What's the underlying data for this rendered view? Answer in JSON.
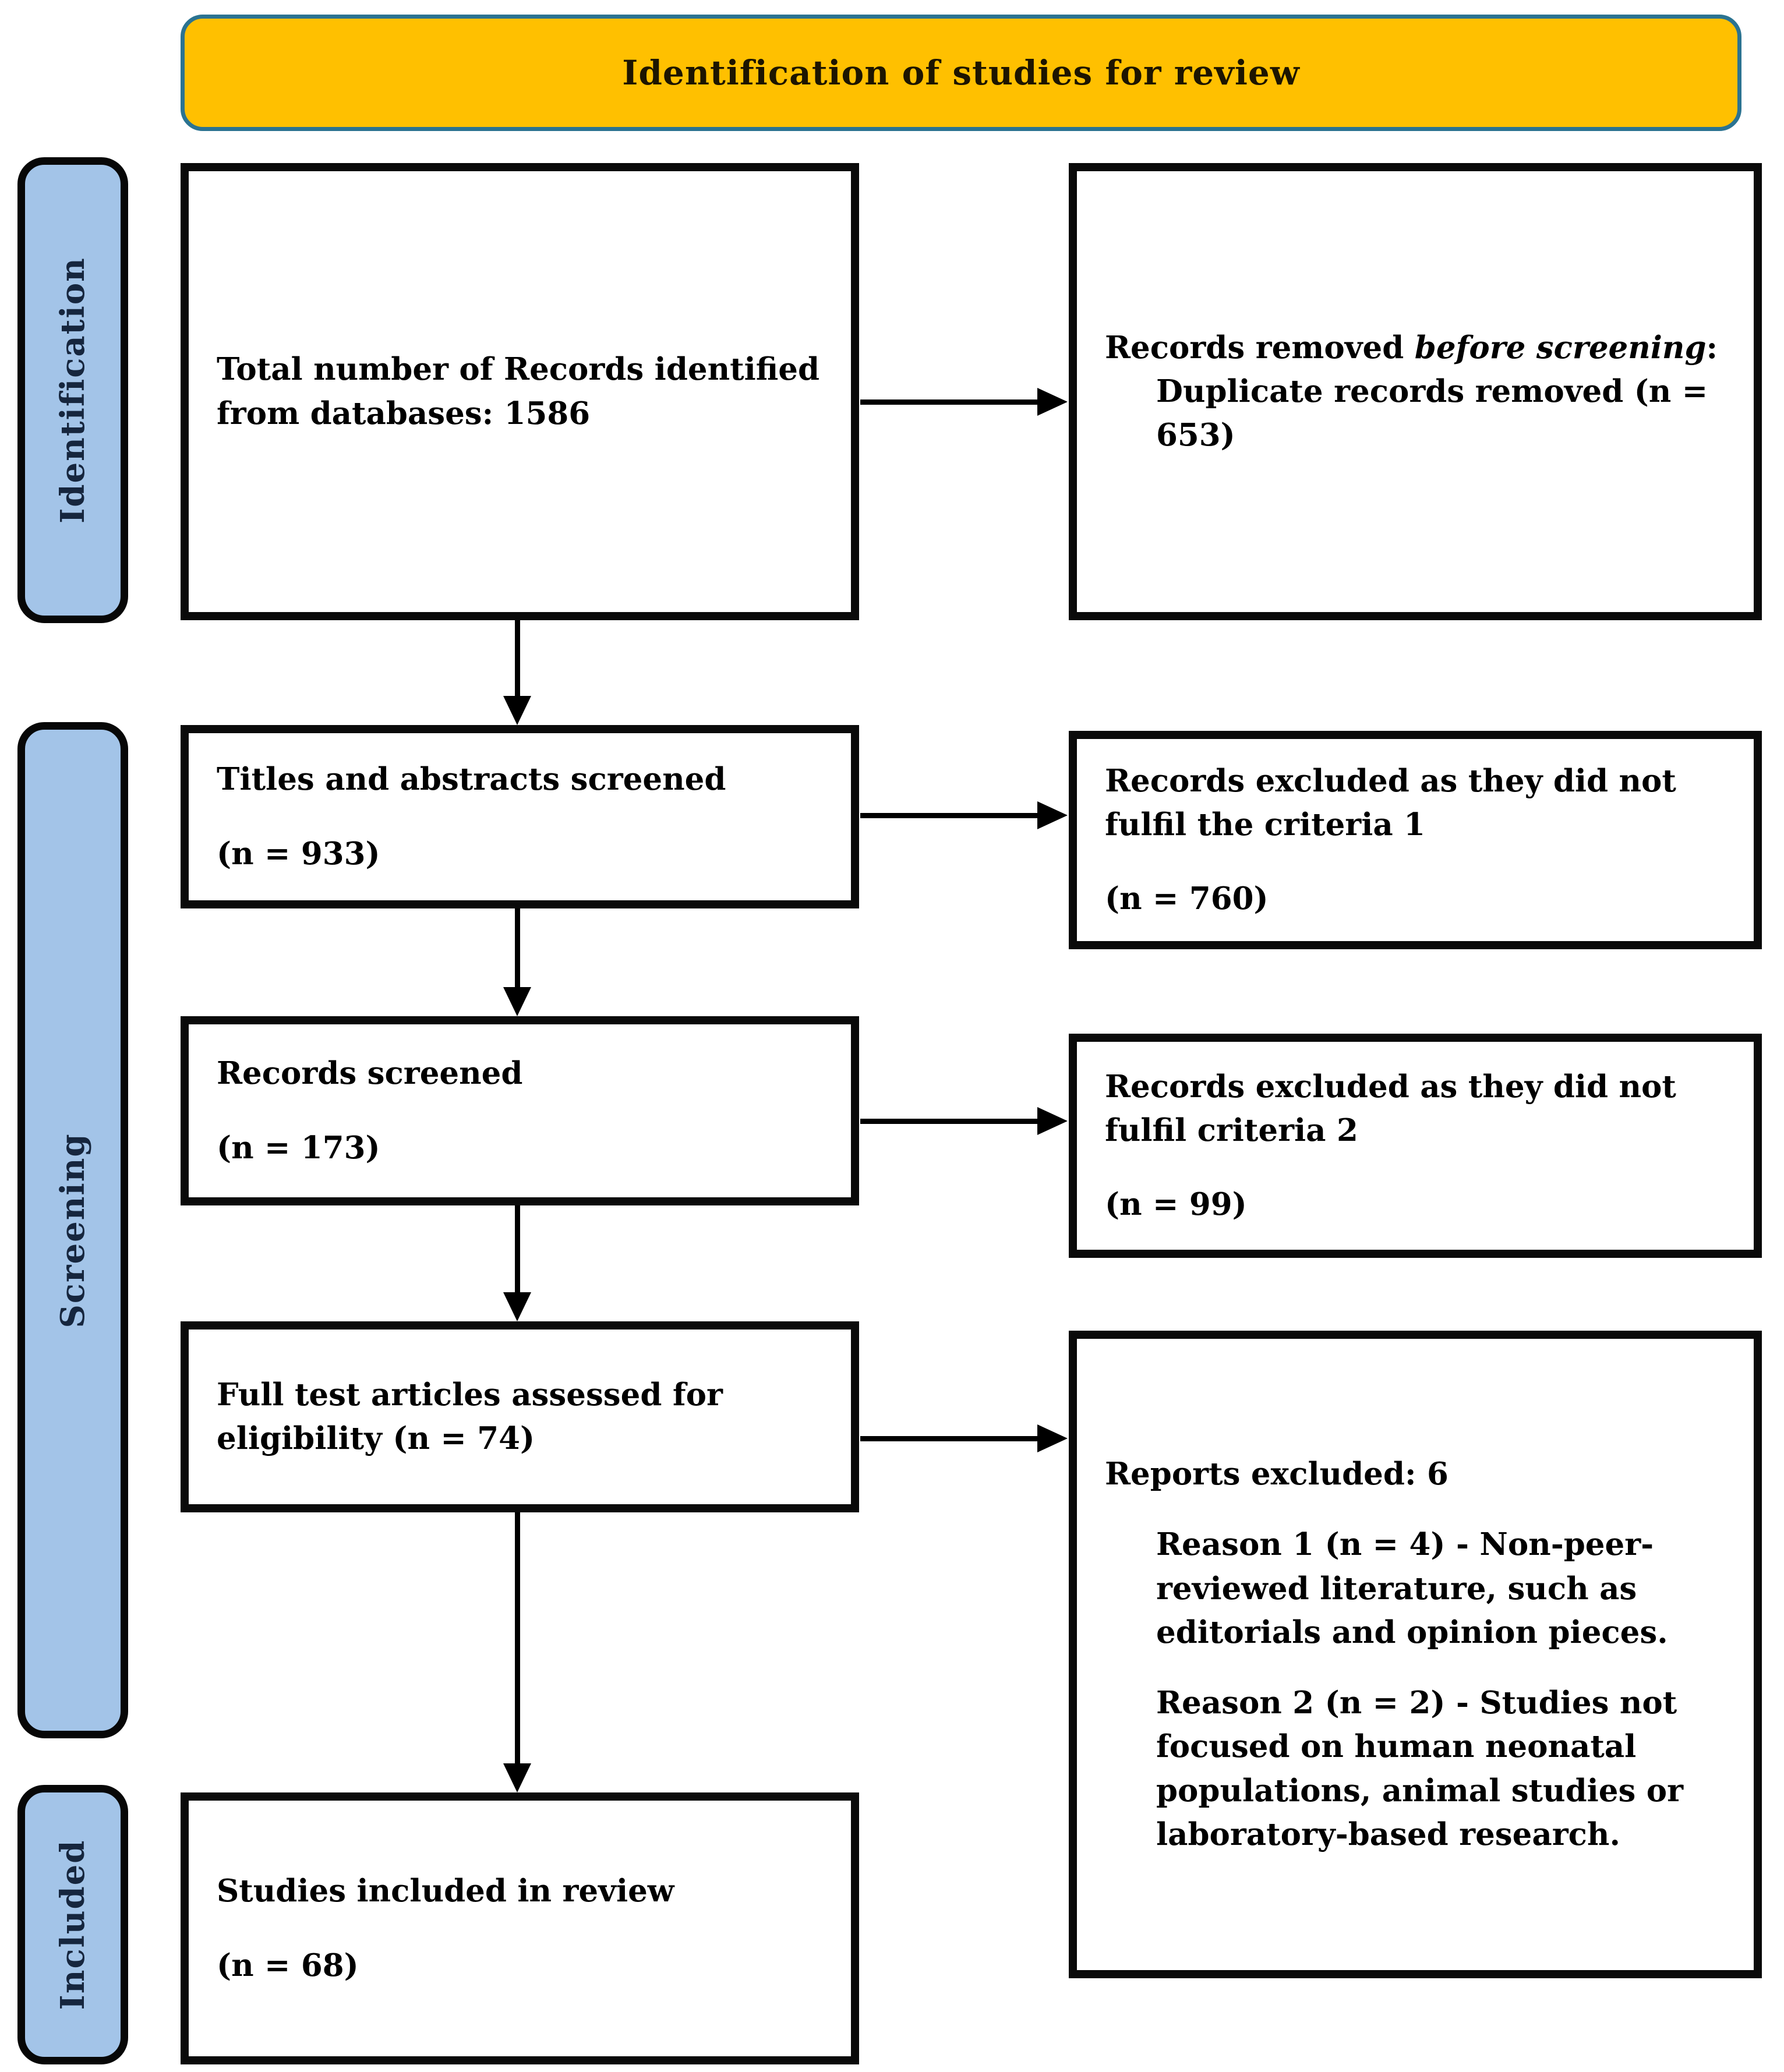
{
  "title": {
    "text": "Identification of studies for review"
  },
  "sidebar": {
    "stages": [
      {
        "label": "Identification"
      },
      {
        "label": "Screening"
      },
      {
        "label": "Included"
      }
    ]
  },
  "flow": {
    "left_boxes": [
      {
        "text": "Total number of Records identified from databases: 1586"
      },
      {
        "line1": "Titles and abstracts screened",
        "line2": "(n = 933)"
      },
      {
        "line1": "Records screened",
        "line2": "(n = 173)"
      },
      {
        "text": "Full test articles assessed for eligibility (n = 74)"
      },
      {
        "line1": "Studies included in review",
        "line2": "(n = 68)"
      }
    ],
    "right_boxes": [
      {
        "heading_prefix": "Records removed ",
        "heading_italic": "before screening",
        "heading_suffix": ":",
        "detail": "Duplicate records removed (n = 653)"
      },
      {
        "line1": "Records excluded as they did not fulfil the criteria 1",
        "line2": "(n = 760)"
      },
      {
        "line1": "Records excluded as they did not fulfil criteria 2",
        "line2": " (n = 99)"
      },
      {
        "heading": "Reports excluded: 6",
        "reasons": [
          "Reason 1 (n = 4) - Non-peer-reviewed literature, such as editorials and opinion pieces.",
          "Reason 2 (n = 2) - Studies not focused on human neonatal populations, animal studies or laboratory-based research."
        ]
      }
    ]
  },
  "colors": {
    "banner_fill": "#FFC000",
    "banner_border": "#2b7391",
    "stage_fill": "#A3C4E8",
    "box_border": "#0a0a0a",
    "arrow": "#000000"
  }
}
